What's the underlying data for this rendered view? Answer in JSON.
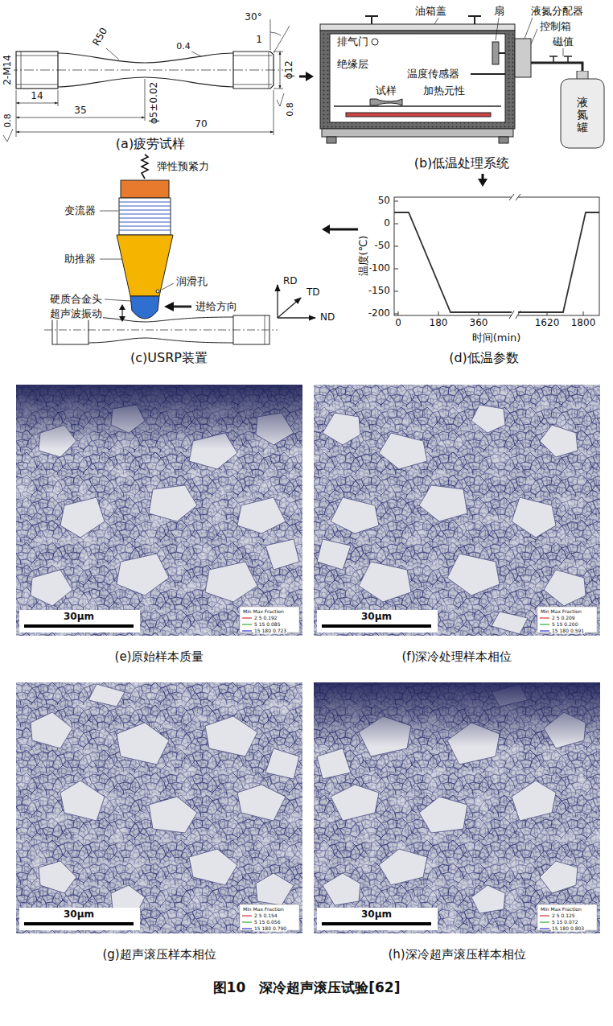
{
  "diagram": {
    "caption": "图10　深冷超声滚压试验[62]",
    "nodes": [
      {
        "text": [
          "(a)疲劳试样"
        ]
      },
      {
        "text": [
          "(b)低温处理系统"
        ]
      },
      {
        "text": [
          "液氮罐"
        ],
        "in": 1
      },
      {
        "text": [
          "(c)USRP装置"
        ]
      },
      {
        "text": [
          "(d)低温参数"
        ]
      },
      {
        "text": [
          "(e)原始样本质量"
        ]
      },
      {
        "text": [
          "(f)深冷处理样本相位"
        ]
      },
      {
        "text": [
          "(g)超声滚压样本相位"
        ]
      },
      {
        "text": [
          "(h)深冷超声滚压样本相位"
        ]
      }
    ],
    "edges": [
      {
        "from": 0,
        "to": 1,
        "arrow": "to"
      },
      {
        "from": 1,
        "to": 4,
        "arrow": "to"
      },
      {
        "from": 4,
        "to": 3,
        "arrow": "to"
      },
      {
        "from": 0,
        "to": 3,
        "label": "弹性预紧力",
        "arrow": "none"
      }
    ],
    "labels": [
      "R50",
      "30°",
      "0.4",
      "1",
      "2-M14",
      "14",
      "35",
      "70",
      "ϕ5±0.02",
      "ϕ12",
      "0.8",
      "0.8",
      "排气门",
      "油箱盖",
      "扇",
      "液氮分配器",
      "控制箱",
      "磁值",
      "绝缘层",
      "温度传感器",
      "试样",
      "加热元性",
      "变流器",
      "助推器",
      "润滑孔",
      "硬质合金头",
      "超声波振动",
      "进给方向",
      "RD",
      "TD",
      "ND",
      "50",
      "0",
      "-50",
      "-100",
      "-150",
      "-200",
      "温度(℃)",
      "0",
      "180",
      "360",
      "1620",
      "1800",
      "时间(min)",
      "30μm",
      "Min Max Fraction",
      "2 5 0.192",
      "5 15 0.085",
      "15 180 0.723",
      "30μm",
      "Min Max Fraction",
      "2 5 0.209",
      "5 15 0.200",
      "15 180 0.591",
      "30μm",
      "Min Max Fraction",
      "2 5 0.154",
      "5 15 0.056",
      "15 180 0.790",
      "30μm",
      "Min Max Fraction",
      "2 5 0.125",
      "5 15 0.072",
      "15 180 0.803"
    ]
  }
}
